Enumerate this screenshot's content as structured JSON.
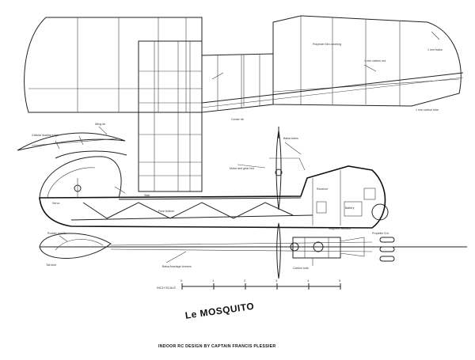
{
  "title": "Le MOSQUITO",
  "credit": "INDOOR RC DESIGN BY CAPTAIN FRANCIS PLESSIER",
  "scale": {
    "label": "INCH SCALE",
    "ticks": [
      "0",
      "1",
      "2",
      "3",
      "4",
      "5"
    ]
  },
  "notes": {
    "wing_note": "Polyester film covering",
    "wing_tip": "1 mm balsa",
    "wing_spar": "1 mm carbon rod",
    "wing_le": "1 mm carbon tube",
    "center_note": "Center rib",
    "stab_note": "Stab",
    "airfoil_note": "Cellular leading edge",
    "airfoil_note2": "Wing rib",
    "fuselage_note1": "Motor and gear box",
    "fuselage_note2": "Balsa tubes",
    "fuselage_note3": "Fuse bottom",
    "fuselage_note4": "Receiver",
    "fuselage_note5": "Battery",
    "fuselage_note6": "Servo",
    "plan_note1": "Rudder and fin",
    "plan_note2": "Tail skid",
    "plan_note3": "Magnetic actuator",
    "plan_note4": "Propeller 5 in.",
    "plan_note5": "Balsa fuselage formers",
    "plan_note6": "Carbon rods"
  },
  "colors": {
    "ink": "#222222",
    "paper": "#ffffff"
  }
}
